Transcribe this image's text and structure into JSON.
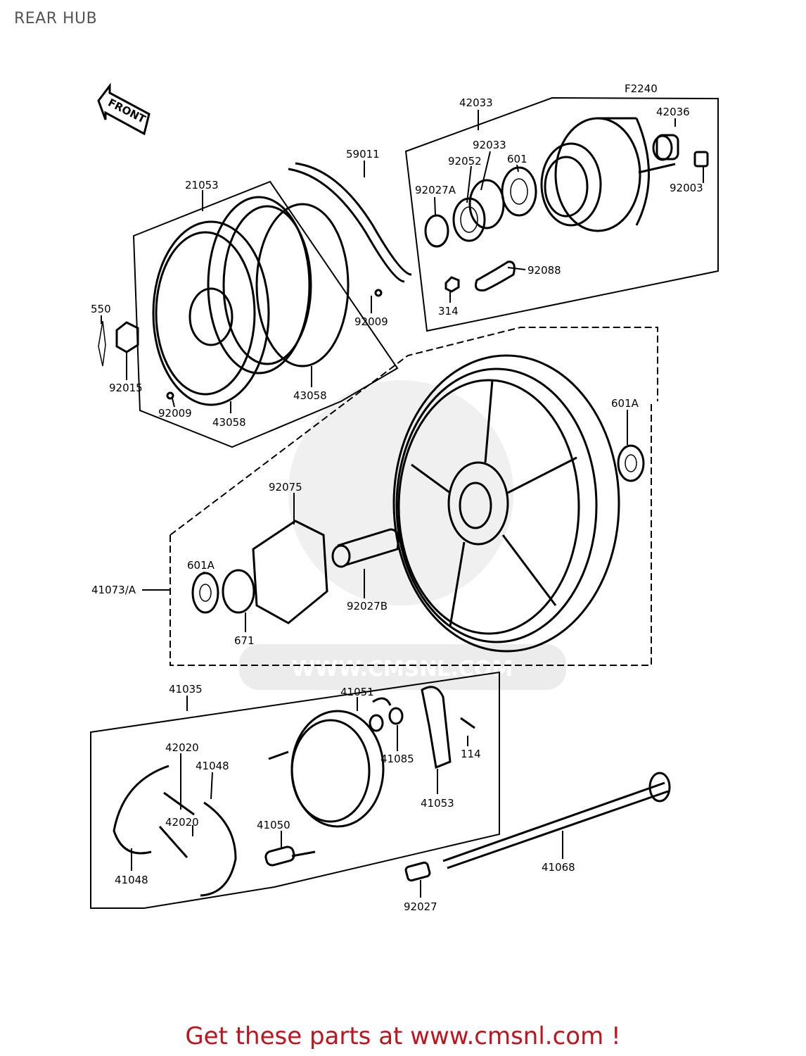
{
  "page": {
    "title": "REAR HUB",
    "footer": "Get these parts at www.cmsnl.com !"
  },
  "diagram": {
    "figure_code": "F2240",
    "front_arrow": "FRONT",
    "watermark": "WWW.CMSNL.COM",
    "parts": {
      "p42033": "42033",
      "p42036": "42036",
      "p92033": "92033",
      "p92052": "92052",
      "p601": "601",
      "p92027a": "92027A",
      "p92003": "92003",
      "p92088": "92088",
      "p314": "314",
      "p59011": "59011",
      "p21053": "21053",
      "p550": "550",
      "p92009_a": "92009",
      "p92015": "92015",
      "p92009_b": "92009",
      "p43058_a": "43058",
      "p43058_b": "43058",
      "p601a_a": "601A",
      "p92075": "92075",
      "p601a_b": "601A",
      "p41073a": "41073/A",
      "p92027b": "92027B",
      "p671": "671",
      "p41035": "41035",
      "p41051": "41051",
      "p42020_a": "42020",
      "p41048_a": "41048",
      "p41085": "41085",
      "p114": "114",
      "p41053": "41053",
      "p42020_b": "42020",
      "p41050": "41050",
      "p41048_b": "41048",
      "p41068": "41068",
      "p92027": "92027"
    }
  },
  "colors": {
    "footer_text": "#c0141c",
    "title_text": "#555555",
    "line": "#000000",
    "watermark": "#e4e4e4"
  }
}
